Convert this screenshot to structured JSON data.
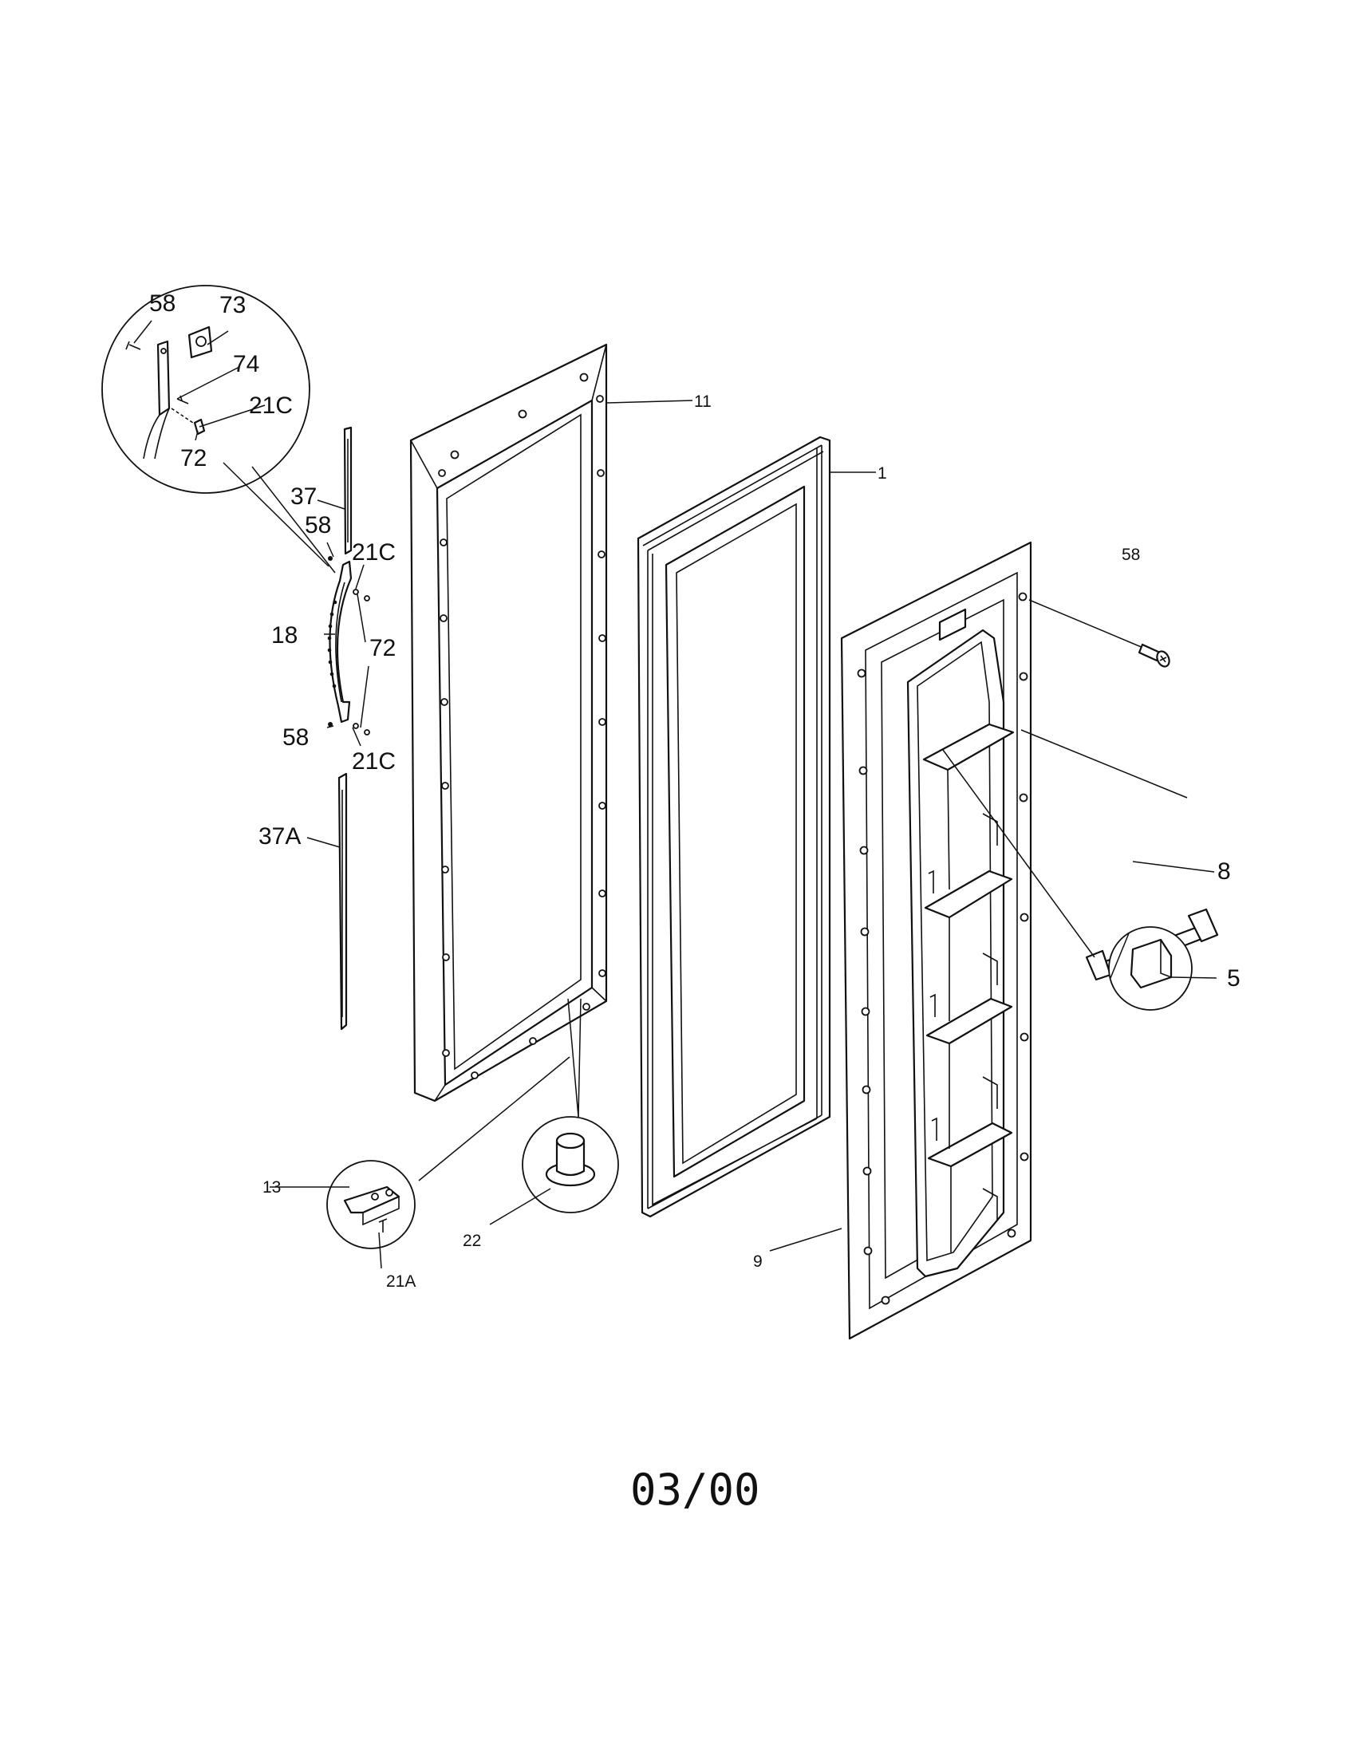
{
  "diagram": {
    "labels": {
      "p58_inset": "58",
      "p73": "73",
      "p74": "74",
      "p21c_inset": "21C",
      "p72_inset": "72",
      "p37": "37",
      "p58_top": "58",
      "p21c_top": "21C",
      "p18": "18",
      "p72": "72",
      "p58_bottom": "58",
      "p21c_bottom": "21C",
      "p37a": "37A",
      "p11": "11",
      "p1": "1",
      "p58_right": "58",
      "p8": "8",
      "p5": "5",
      "p13": "13",
      "p21a": "21A",
      "p22": "22",
      "p9": "9"
    },
    "date_code": "03/00"
  }
}
